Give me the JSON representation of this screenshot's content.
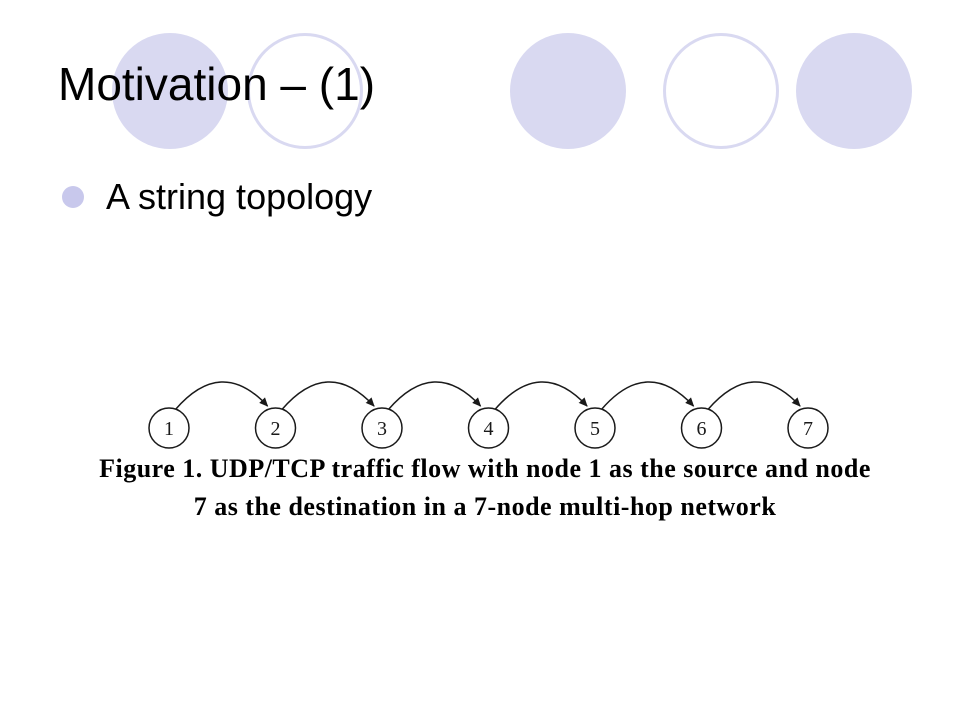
{
  "slide": {
    "title": "Motivation – (1)",
    "bullets": [
      {
        "text": "A string topology"
      }
    ]
  },
  "figure": {
    "nodes": [
      "1",
      "2",
      "3",
      "4",
      "5",
      "6",
      "7"
    ],
    "edges": [
      {
        "from": "1",
        "to": "2"
      },
      {
        "from": "2",
        "to": "3"
      },
      {
        "from": "3",
        "to": "4"
      },
      {
        "from": "4",
        "to": "5"
      },
      {
        "from": "5",
        "to": "6"
      },
      {
        "from": "6",
        "to": "7"
      }
    ],
    "caption": "Figure 1. UDP/TCP traffic flow with node 1 as the source and node 7 as the destination in a 7-node multi-hop network"
  },
  "colors": {
    "decor_circle": "#d9d9f1",
    "bullet": "#c8c8ec"
  }
}
